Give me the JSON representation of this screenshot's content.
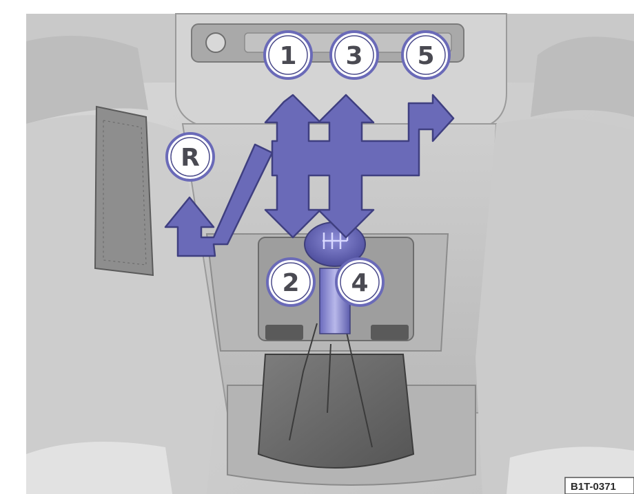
{
  "figure": {
    "reference_code": "B1T-0371"
  },
  "gear_pattern": {
    "gears": [
      "1",
      "2",
      "3",
      "4",
      "5",
      "R"
    ],
    "knob_pattern_icon": "shift-pattern-icon"
  },
  "colors": {
    "arrow_fill": "#6a6ab8",
    "arrow_stroke": "#4a4a8a",
    "badge_fill": "#ffffff",
    "badge_ring": "#6a6ab8",
    "label": "#4a4a52"
  }
}
